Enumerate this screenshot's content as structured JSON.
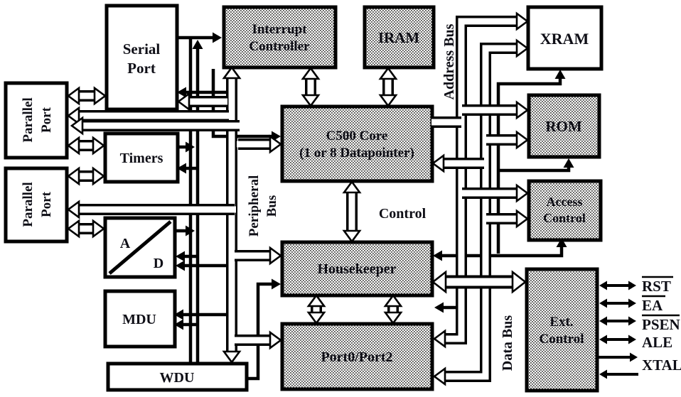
{
  "diagram": {
    "blocks": {
      "serial_port": {
        "line1": "Serial",
        "line2": "Port"
      },
      "interrupt_controller": {
        "line1": "Interrupt",
        "line2": "Controller"
      },
      "iram": {
        "label": "IRAM"
      },
      "xram": {
        "label": "XRAM"
      },
      "parallel_port_top": {
        "line1": "Parallel",
        "line2": "Port"
      },
      "parallel_port_bottom": {
        "line1": "Parallel",
        "line2": "Port"
      },
      "timers": {
        "label": "Timers"
      },
      "ad_converter": {
        "letter_a": "A",
        "letter_d": "D"
      },
      "mdu": {
        "label": "MDU"
      },
      "wdu": {
        "label": "WDU"
      },
      "c500_core": {
        "line1": "C500 Core",
        "line2": "(1 or 8 Datapointer)"
      },
      "housekeeper": {
        "label": "Housekeeper"
      },
      "port0_port2": {
        "label": "Port0/Port2"
      },
      "rom": {
        "label": "ROM"
      },
      "access_control": {
        "line1": "Access",
        "line2": "Control"
      },
      "ext_control": {
        "line1": "Ext.",
        "line2": "Control"
      }
    },
    "bus_labels": {
      "address_bus": "Address Bus",
      "peripheral_bus_line1": "Peripheral",
      "peripheral_bus_line2": "Bus",
      "data_bus": "Data Bus",
      "control": "Control"
    },
    "pins": {
      "rst": "RST",
      "ea": "EA",
      "psen": "PSEN",
      "ale": "ALE",
      "xtal": "XTAL"
    },
    "colors": {
      "line": "#000000",
      "text": "#0e0e16",
      "hatch_dot": "#50504e",
      "background": "#ffffff"
    }
  }
}
